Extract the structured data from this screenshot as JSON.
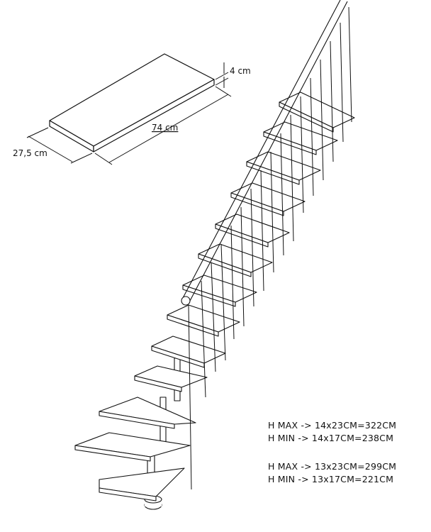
{
  "step_dimensions": {
    "thickness": "4 cm",
    "length": "74 cm",
    "depth": "27,5 cm"
  },
  "specs": [
    "H MAX -> 14x23CM=322CM",
    "H MIN -> 14x17CM=238CM",
    "H MAX -> 13x23CM=299CM",
    "H MIN -> 13x17CM=221CM"
  ],
  "colors": {
    "line": "#111111",
    "background": "#ffffff"
  }
}
